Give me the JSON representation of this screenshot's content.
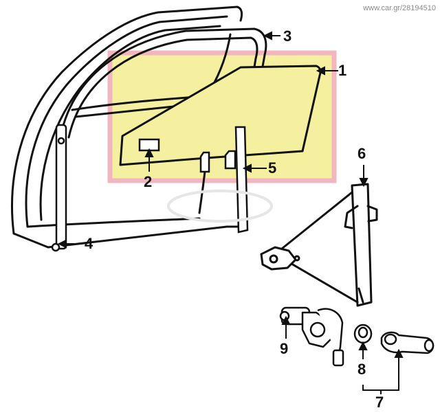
{
  "watermark": "www.car.gr/28194510",
  "highlight": {
    "fill": "#f5f0a0",
    "border": "#f2b6c0"
  },
  "callouts": {
    "c1": "1",
    "c2": "2",
    "c3": "3",
    "c4": "4",
    "c5": "5",
    "c6": "6",
    "c7": "7",
    "c8": "8",
    "c9": "9"
  }
}
